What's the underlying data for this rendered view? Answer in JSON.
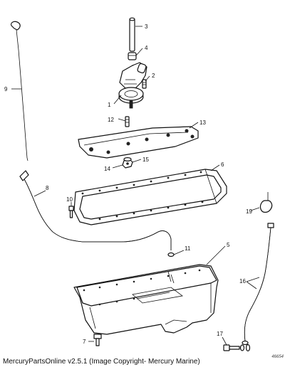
{
  "footer": {
    "text": "MercuryPartsOnline v2.5.1 (Image Copyright- Mercury Marine)"
  },
  "reference_number": "46654",
  "callouts": [
    "1",
    "2",
    "3",
    "4",
    "5",
    "6",
    "7",
    "8",
    "9",
    "10",
    "11",
    "12",
    "13",
    "14",
    "15",
    "16",
    "17",
    "19"
  ]
}
